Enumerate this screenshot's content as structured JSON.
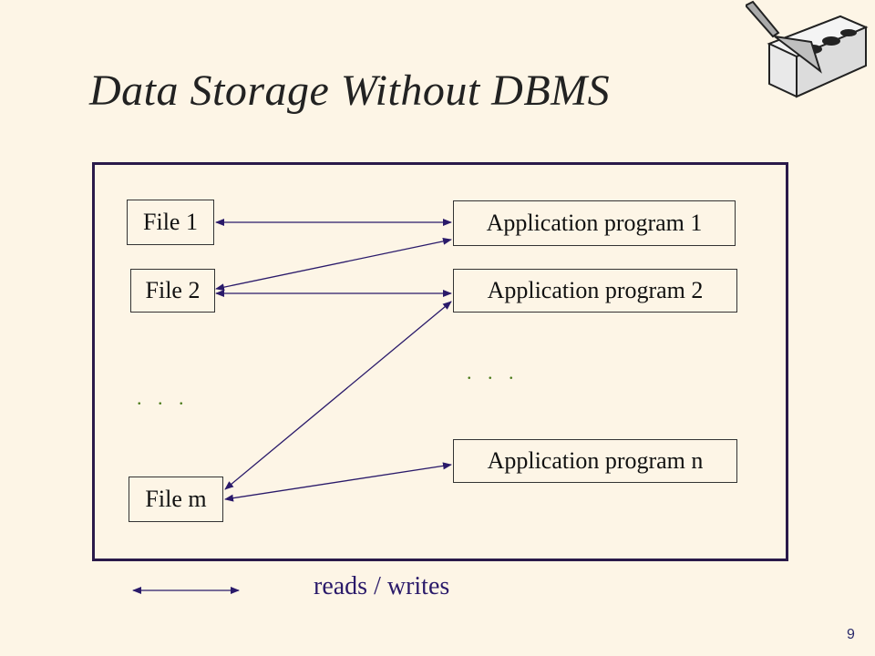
{
  "slide": {
    "title": "Data Storage Without DBMS",
    "page_number": "9"
  },
  "files": {
    "file1": "File 1",
    "file2": "File 2",
    "filem": "File m",
    "ellipsis": ". . ."
  },
  "programs": {
    "prog1": "Application program 1",
    "prog2": "Application program 2",
    "progn": "Application program n",
    "ellipsis": ". . ."
  },
  "legend": {
    "label": "reads / writes"
  },
  "colors": {
    "background": "#fdf5e6",
    "frame": "#2a1a4a",
    "arrow": "#2a1a6a",
    "ellipsis": "#4a7a1a"
  },
  "icons": {
    "logo": "trowel-and-brick-icon"
  }
}
